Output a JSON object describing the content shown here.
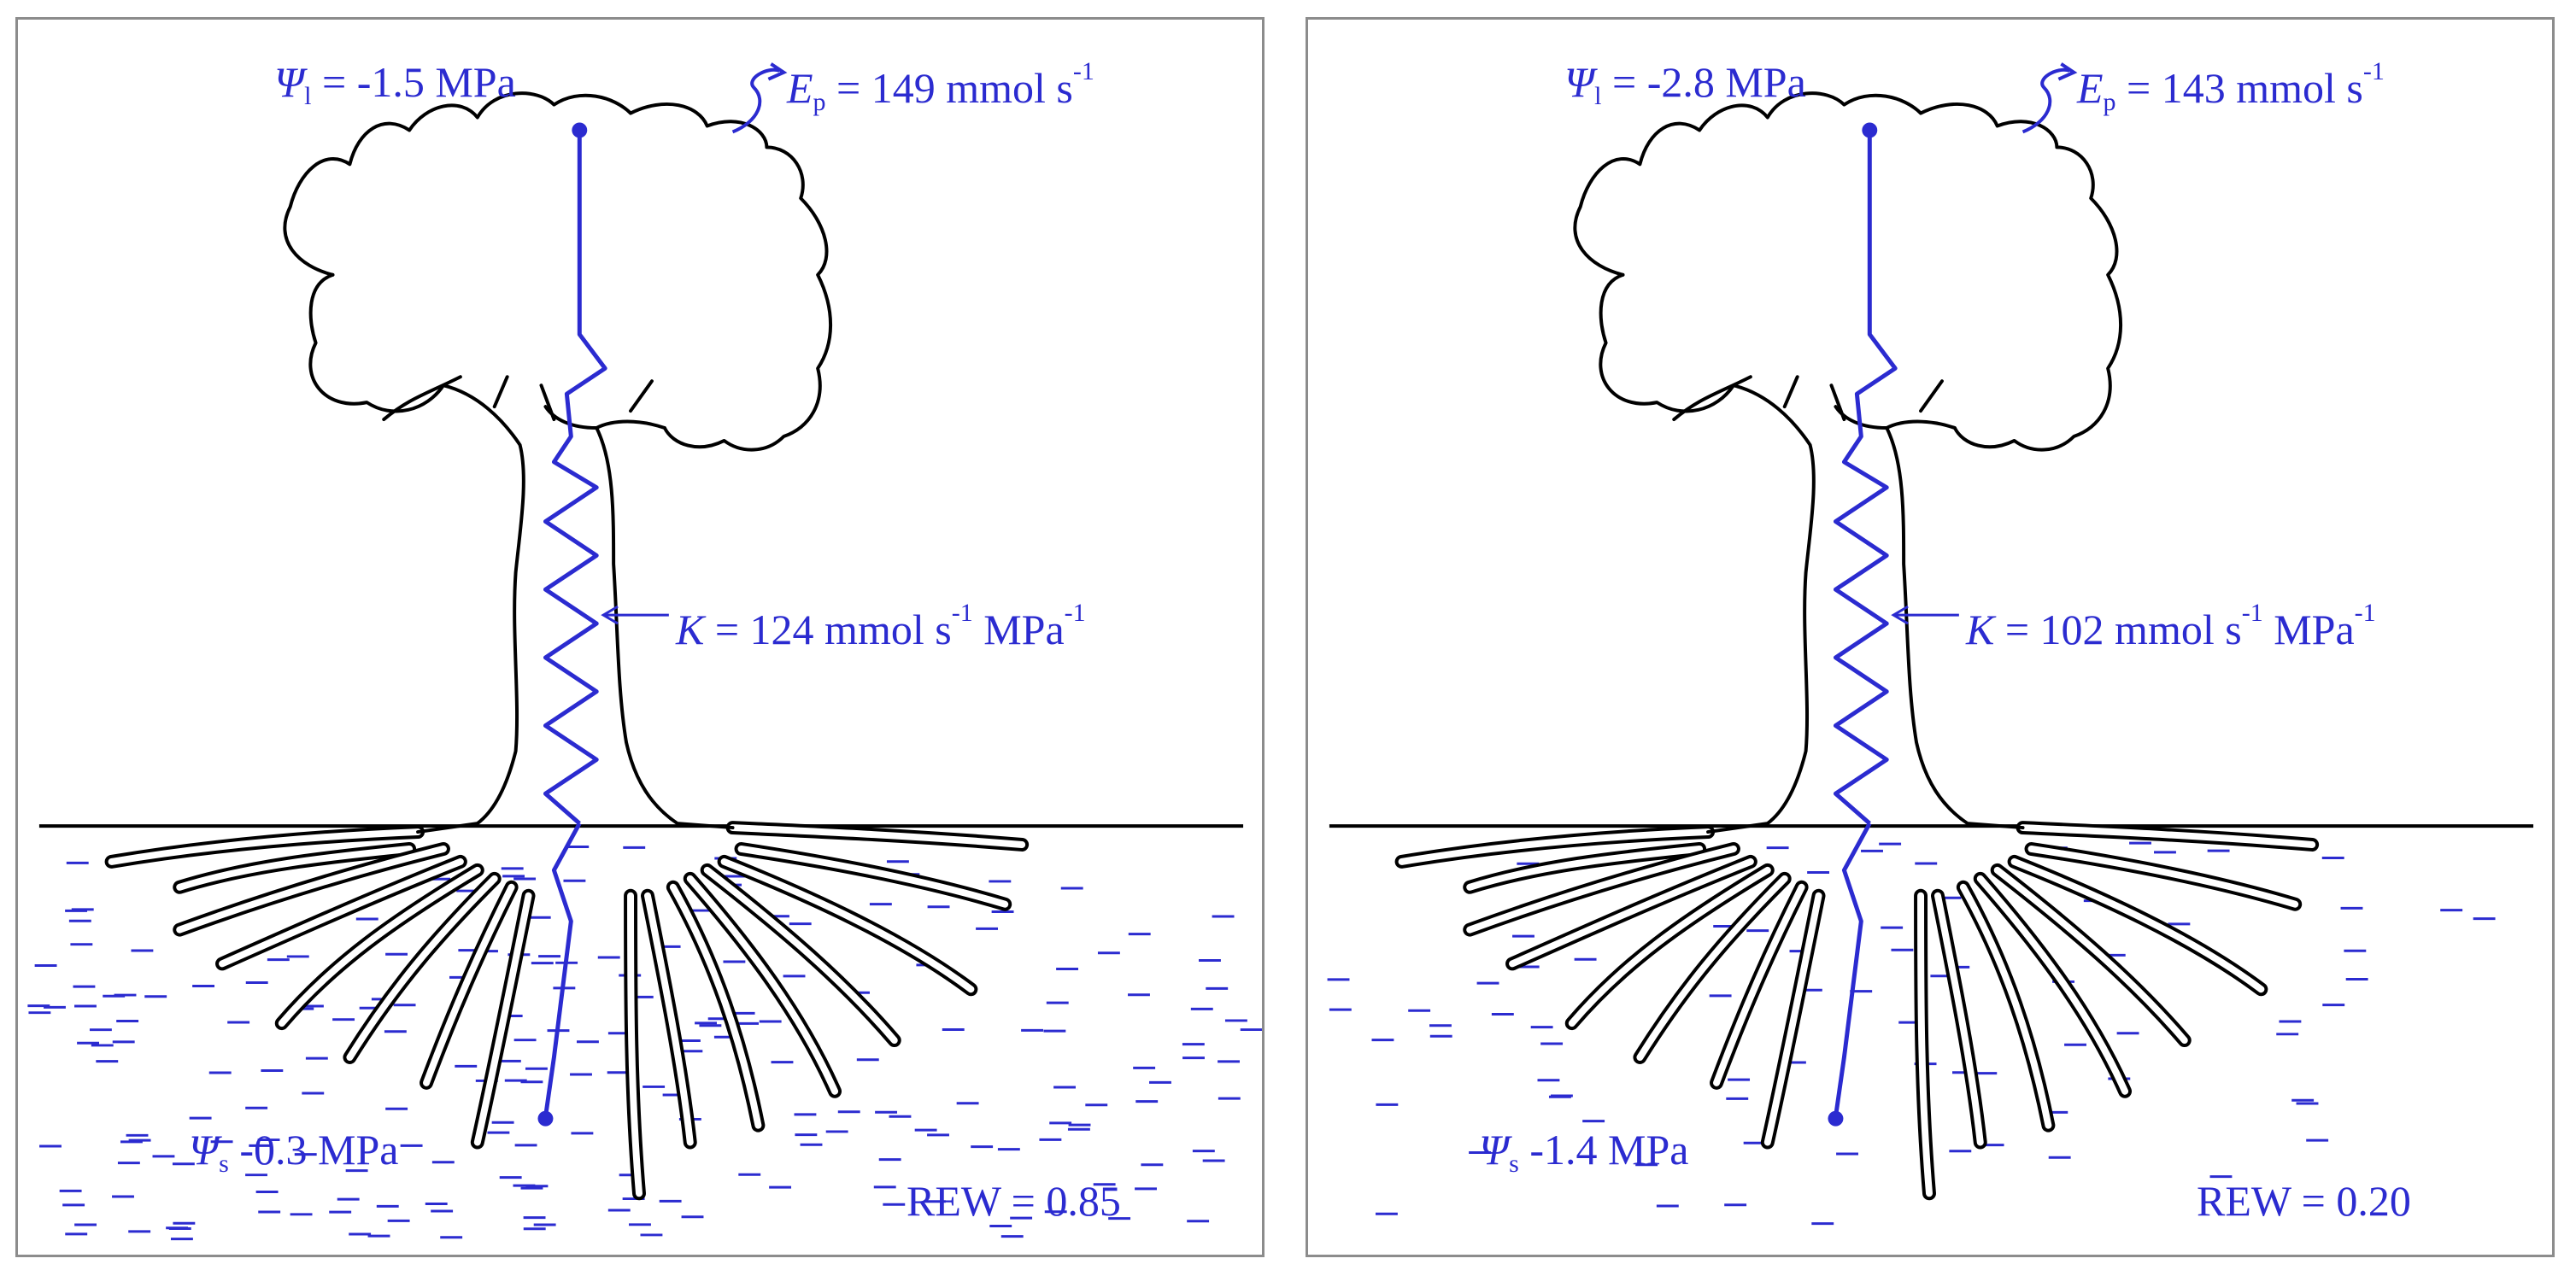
{
  "colors": {
    "water": "#2b2bd0",
    "outline": "#000000",
    "frame": "#8c8c8c"
  },
  "panels": [
    {
      "leaf_potential": {
        "symbol": "Ψ",
        "subscript": "l",
        "text": " = -1.5 MPa"
      },
      "transpiration": {
        "symbol": "E",
        "subscript": "p",
        "text": " = 149 mmol s",
        "exp": "-1"
      },
      "conductance": {
        "symbol": "K",
        "text1": " = 124 mmol s",
        "exp1": "-1",
        "text2": " MPa",
        "exp2": "-1"
      },
      "soil_potential": {
        "symbol": "Ψ",
        "subscript": "s",
        "text": " -0.3 MPa"
      },
      "rew": "REW = 0.85",
      "soil_moisture": 0.85
    },
    {
      "leaf_potential": {
        "symbol": "Ψ",
        "subscript": "l",
        "text": " = -2.8 MPa"
      },
      "transpiration": {
        "symbol": "E",
        "subscript": "p",
        "text": " = 143 mmol s",
        "exp": "-1"
      },
      "conductance": {
        "symbol": "K",
        "text1": " = 102 mmol s",
        "exp1": "-1",
        "text2": " MPa",
        "exp2": "-1"
      },
      "soil_potential": {
        "symbol": "Ψ",
        "subscript": "s",
        "text": " -1.4 MPa"
      },
      "rew": "REW = 0.20",
      "soil_moisture": 0.2
    }
  ]
}
